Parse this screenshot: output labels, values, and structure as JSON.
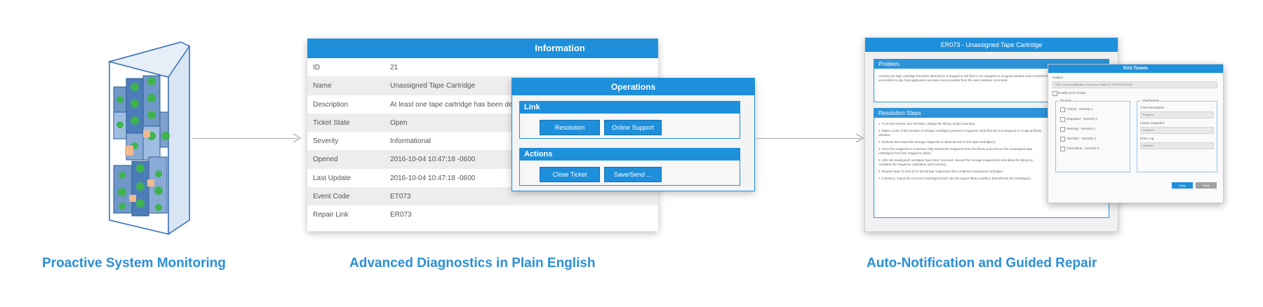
{
  "captions": {
    "monitoring": "Proactive System Monitoring",
    "diagnostics": "Advanced Diagnostics in Plain English",
    "notification": "Auto-Notification and Guided Repair"
  },
  "info": {
    "title": "Information",
    "rows": [
      {
        "key": "ID",
        "value": "21"
      },
      {
        "key": "Name",
        "value": "Unassigned Tape Cartridge"
      },
      {
        "key": "Description",
        "value": "At least one tape cartridge has been detected in a magazine slot that is not..."
      },
      {
        "key": "Ticket State",
        "value": "Open"
      },
      {
        "key": "Severity",
        "value": "Informational"
      },
      {
        "key": "Opened",
        "value": "2016-10-04 10:47:18 -0600"
      },
      {
        "key": "Last Update",
        "value": "2016-10-04 10:47:18 -0600"
      },
      {
        "key": "Event Code",
        "value": "ET073"
      },
      {
        "key": "Repair Link",
        "value": "ER073"
      }
    ]
  },
  "operations": {
    "title": "Operations",
    "link_title": "Link",
    "resolution_label": "Resolution",
    "online_support_label": "Online Support",
    "actions_title": "Actions",
    "close_ticket_label": "Close Ticket",
    "save_send_label": "Save/Send ..."
  },
  "repair": {
    "title": "ER073 - Unassigned Tape Cartridge",
    "problem_title": "Problem",
    "problem_text": "At least one tape cartridge has been detected in a magazine slot that is not assigned to a logical partition and is therefore not accessible by any host application and also not accessible from the user interface command.",
    "steps_title": "Resolution Steps",
    "steps": [
      "1. From the remote user interface, display the library media inventory.",
      "2. Make a note of the location of all tape cartridges present in magazine slots that are not assigned to a logical library partition.",
      "3. Release the respective storage magazine to allow access to the tape cartridge(s).",
      "4. Once the magazine is unlocked, fully extend the magazine from the library and remove the unassigned tape cartridge(s) from the magazine slot(s).",
      "5. After all unassigned cartridges have been removed, reinsert the storage magazine(s) and allow the library to complete the magazine calibration and inventory.",
      "6. Repeat steps 3) and 4) for all storage magazines that contained unassigned cartridges.",
      "7. If desired, import the removed cartridge(s) back into the logical library partition that will use the cartridge(s)."
    ]
  },
  "rma": {
    "title": "RAS Tickets",
    "subject_label": "Subject",
    "subject_value": "RAS Tickets Notification: Quantum Scalar i3, SN:F0C0027081",
    "enable_label": "Enable RAS Tickets",
    "severity_title": "Severity",
    "severities": [
      "Critical - Severity 1",
      "Degraded - Severity 2",
      "Warning - Severity 3",
      "Attention - Severity 4",
      "Information - Severity 5"
    ],
    "attachments_title": "Attachments",
    "ticket_resolution_label": "Ticket Resolution",
    "ticket_resolution_value": "Enabled",
    "library_snapshot_label": "Library Snapshot",
    "library_snapshot_value": "Enabled",
    "drive_log_label": "Drive Log",
    "drive_log_value": "Disabled",
    "apply_label": "Apply",
    "close_label": "Close"
  },
  "colors": {
    "accent": "#2b8fd6",
    "header": "#1e8fdb"
  }
}
